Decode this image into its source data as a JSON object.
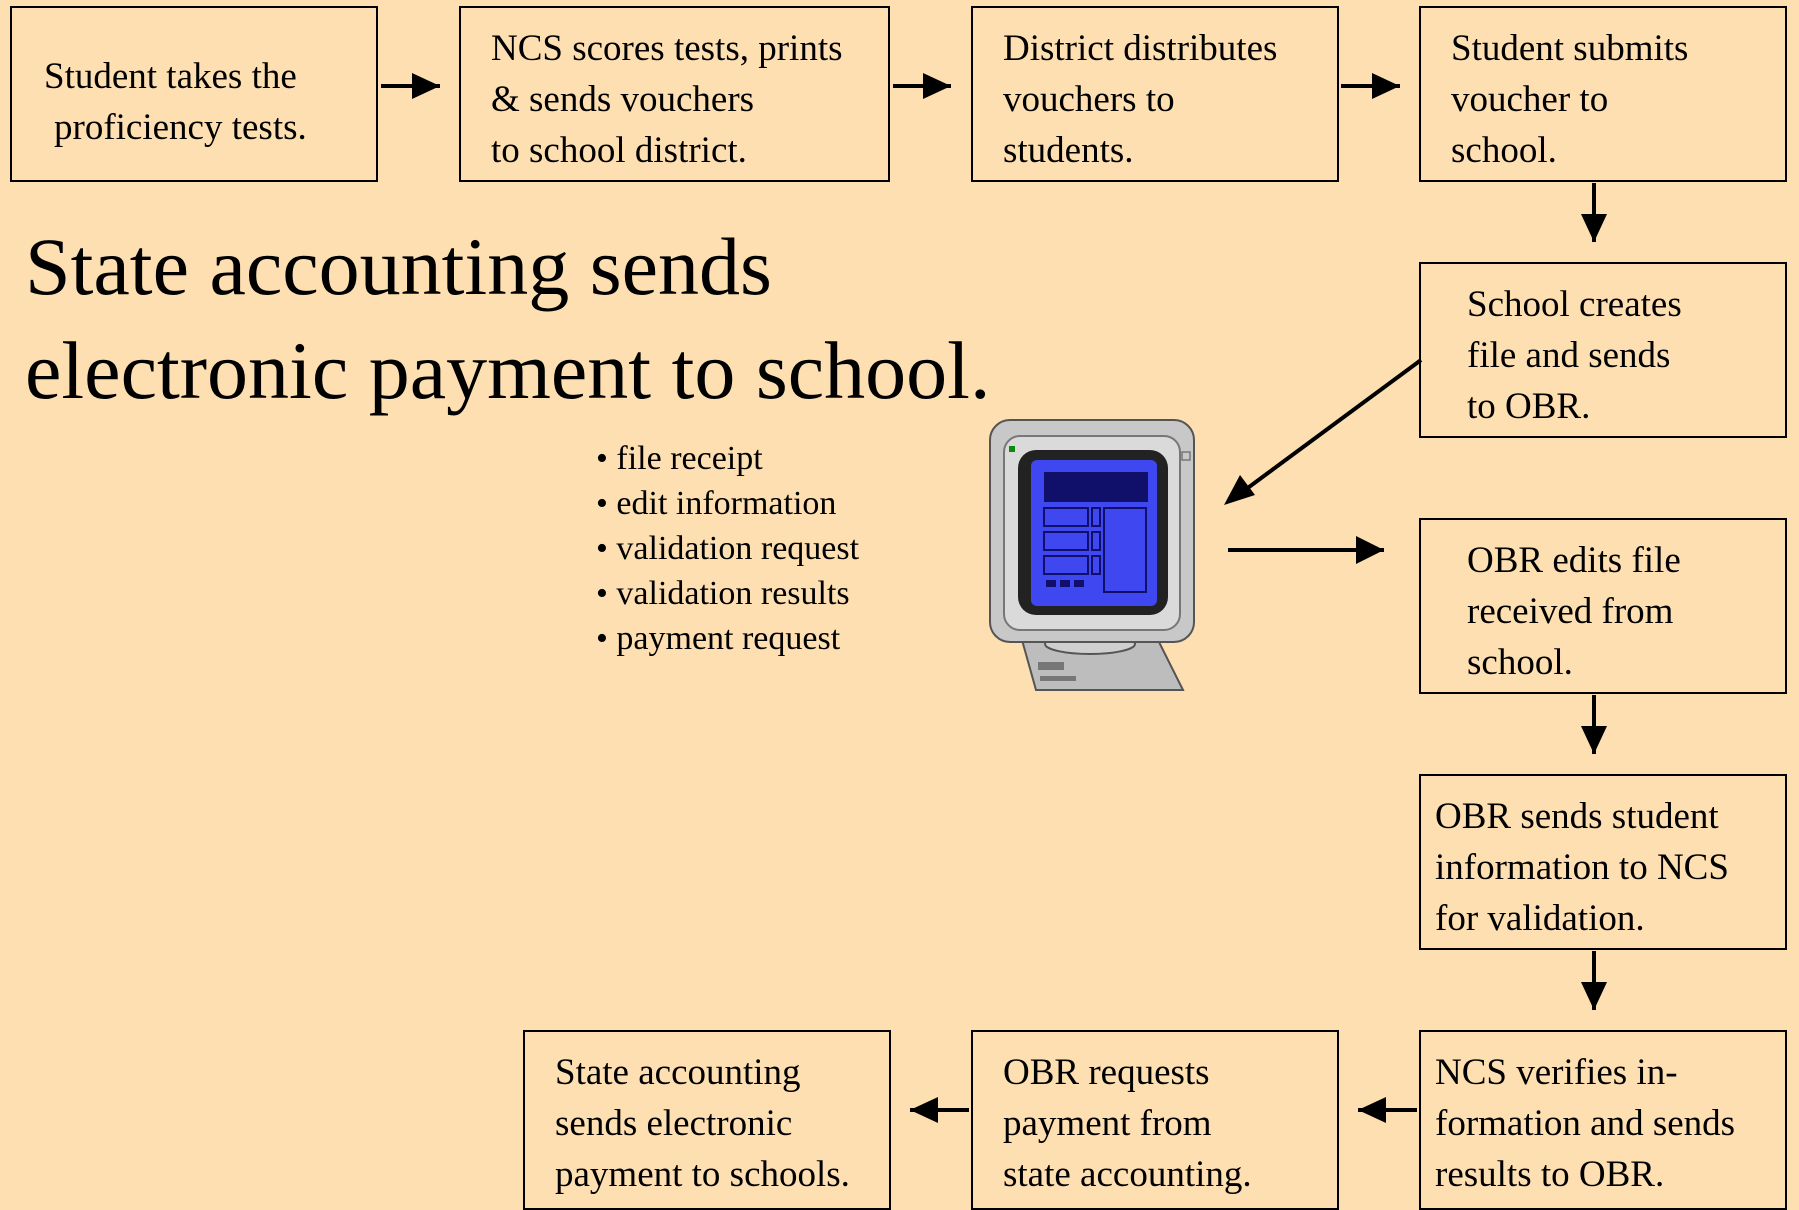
{
  "slide": {
    "title_lines": [
      "State accounting sends",
      "electronic payment to school."
    ],
    "bullets": [
      "• file receipt",
      "• edit information",
      "• validation request",
      "• validation results",
      "• payment request"
    ],
    "steps": [
      {
        "lines": [
          "Student takes the",
          "proficiency tests."
        ]
      },
      {
        "lines": [
          "NCS scores tests, prints",
          "& sends vouchers",
          "to school district."
        ]
      },
      {
        "lines": [
          "District distributes",
          "vouchers to",
          "students."
        ]
      },
      {
        "lines": [
          "Student submits",
          "voucher to",
          "school."
        ]
      },
      {
        "lines": [
          "School creates",
          "file and sends",
          "to OBR."
        ]
      },
      {
        "lines": [
          "OBR edits file",
          "received from",
          "school."
        ]
      },
      {
        "lines": [
          "OBR sends student",
          "information to  NCS",
          "for validation."
        ]
      },
      {
        "lines": [
          "NCS verifies in-",
          "formation and sends",
          "results to OBR."
        ]
      },
      {
        "lines": [
          "OBR requests",
          "payment from",
          "state accounting."
        ]
      },
      {
        "lines": [
          "State accounting",
          "sends electronic",
          "payment to schools."
        ]
      }
    ],
    "colors": {
      "background": "#FDDFB1",
      "border": "#000000",
      "monitor_body": "#C8C8C8",
      "monitor_screen": "#3F48F0",
      "monitor_screen_dark": "#10106A"
    },
    "icon": "computer-monitor-icon"
  }
}
